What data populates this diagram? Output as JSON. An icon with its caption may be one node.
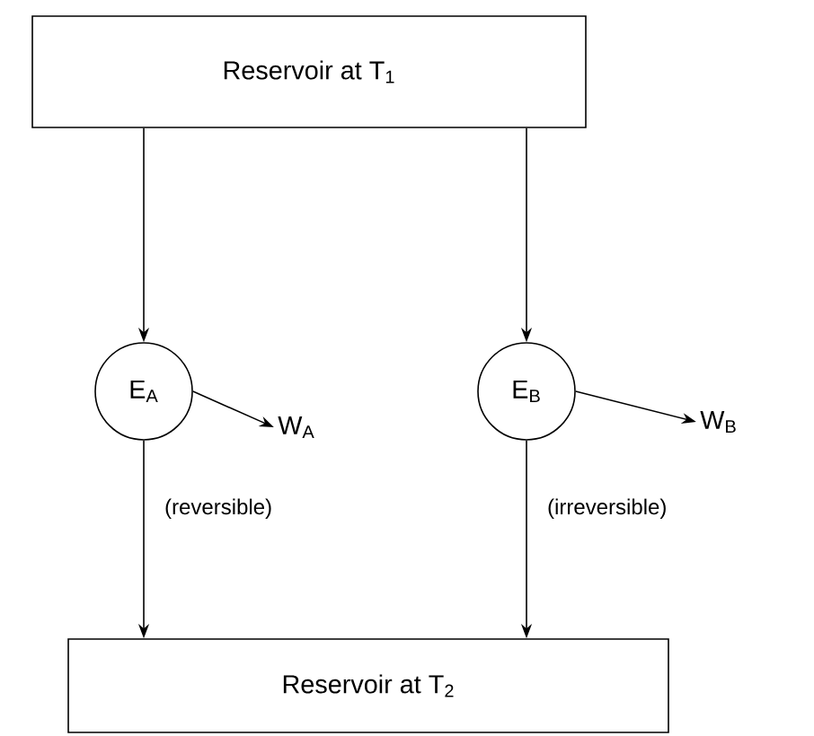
{
  "diagram": {
    "nodes": [
      {
        "text": [
          "Reservoir at T$_{1}$"
        ]
      },
      {
        "text": [
          "E$_{A}$"
        ]
      },
      {
        "text": [
          "E$_{B}$"
        ]
      },
      {
        "text": [
          "Reservoir at T$_{2}$"
        ]
      },
      {
        "text": [
          "W$_{A}$"
        ]
      },
      {
        "text": [
          "W$_{B}$"
        ]
      }
    ],
    "edges": [
      {
        "from": 0,
        "to": 1,
        "arrow": "to"
      },
      {
        "from": 0,
        "to": 2,
        "arrow": "to"
      },
      {
        "from": 1,
        "to": 3,
        "arrow": "to",
        "label": "(reversible)"
      },
      {
        "from": 2,
        "to": 3,
        "arrow": "to",
        "label": "(irreversible)"
      },
      {
        "from": 1,
        "to": 4,
        "arrow": "to"
      },
      {
        "from": 2,
        "to": 5,
        "arrow": "to"
      }
    ]
  }
}
